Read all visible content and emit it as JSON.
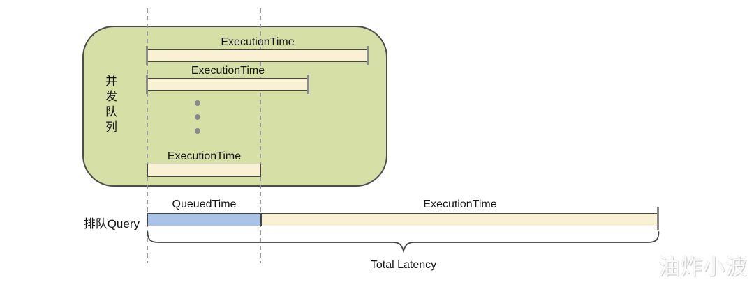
{
  "colors": {
    "queue_box_fill": "#d6e0a6",
    "execution_bar_fill": "#f9f1d4",
    "queued_bar_fill": "#a9c4e7",
    "bar_outline": "#454545",
    "endcap_gray": "#8b8b8b",
    "guide_line_gray": "#9a9a9a",
    "dot_gray": "#8a8a8a",
    "brace_stroke": "#3f3f3f"
  },
  "queue_box": {
    "label": "并\n发\n队\n列",
    "bars": [
      {
        "label": "ExecutionTime"
      },
      {
        "label": "ExecutionTime"
      },
      {
        "label": "ExecutionTime"
      }
    ]
  },
  "bottom_row": {
    "row_label": "排队Query",
    "queued_label": "QueuedTime",
    "execution_label": "ExecutionTime"
  },
  "brace": {
    "label": "Total Latency"
  },
  "watermark": "油炸小波"
}
